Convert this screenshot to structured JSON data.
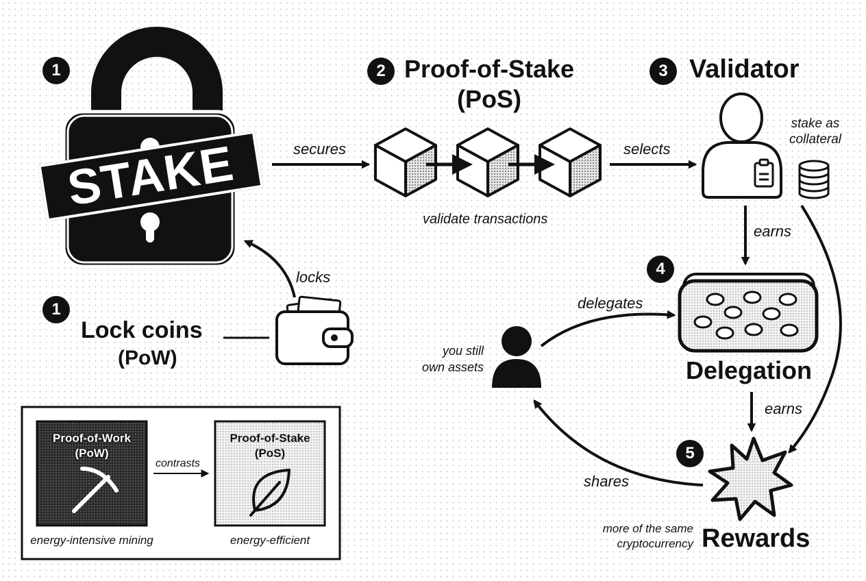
{
  "steps": {
    "stake": {
      "number": "1",
      "label": "STAKE"
    },
    "pos": {
      "number": "2",
      "title": "Proof-of-Stake",
      "subtitle": "(PoS)",
      "caption": "validate transactions"
    },
    "validator": {
      "number": "3",
      "title": "Validator",
      "note_line1": "stake as",
      "note_line2": "collateral"
    },
    "delegation": {
      "number": "4",
      "title": "Delegation"
    },
    "rewards": {
      "number": "5",
      "title": "Rewards",
      "note_line1": "more of the same",
      "note_line2": "cryptocurrency"
    },
    "lock": {
      "number": "1",
      "title": "Lock coins",
      "subtitle": "(PoW)"
    }
  },
  "edges": {
    "secures": "secures",
    "selects": "selects",
    "locks": "locks",
    "earns_validator": "earns",
    "earns_delegation": "earns",
    "delegates": "delegates",
    "shares": "shares"
  },
  "user": {
    "note_line1": "you still",
    "note_line2": "own assets"
  },
  "comparison": {
    "pow": {
      "title": "Proof-of-Work",
      "subtitle": "(PoW)",
      "caption": "energy-intensive mining"
    },
    "pos": {
      "title": "Proof-of-Stake",
      "subtitle": "(PoS)",
      "caption": "energy-efficient"
    },
    "relation": "contrasts"
  },
  "icons": [
    "padlock-icon",
    "cube-icon",
    "validator-person-icon",
    "coin-stack-icon",
    "wallet-icon",
    "user-icon",
    "coin-tray-icon",
    "starburst-icon",
    "pickaxe-icon",
    "leaf-icon"
  ]
}
